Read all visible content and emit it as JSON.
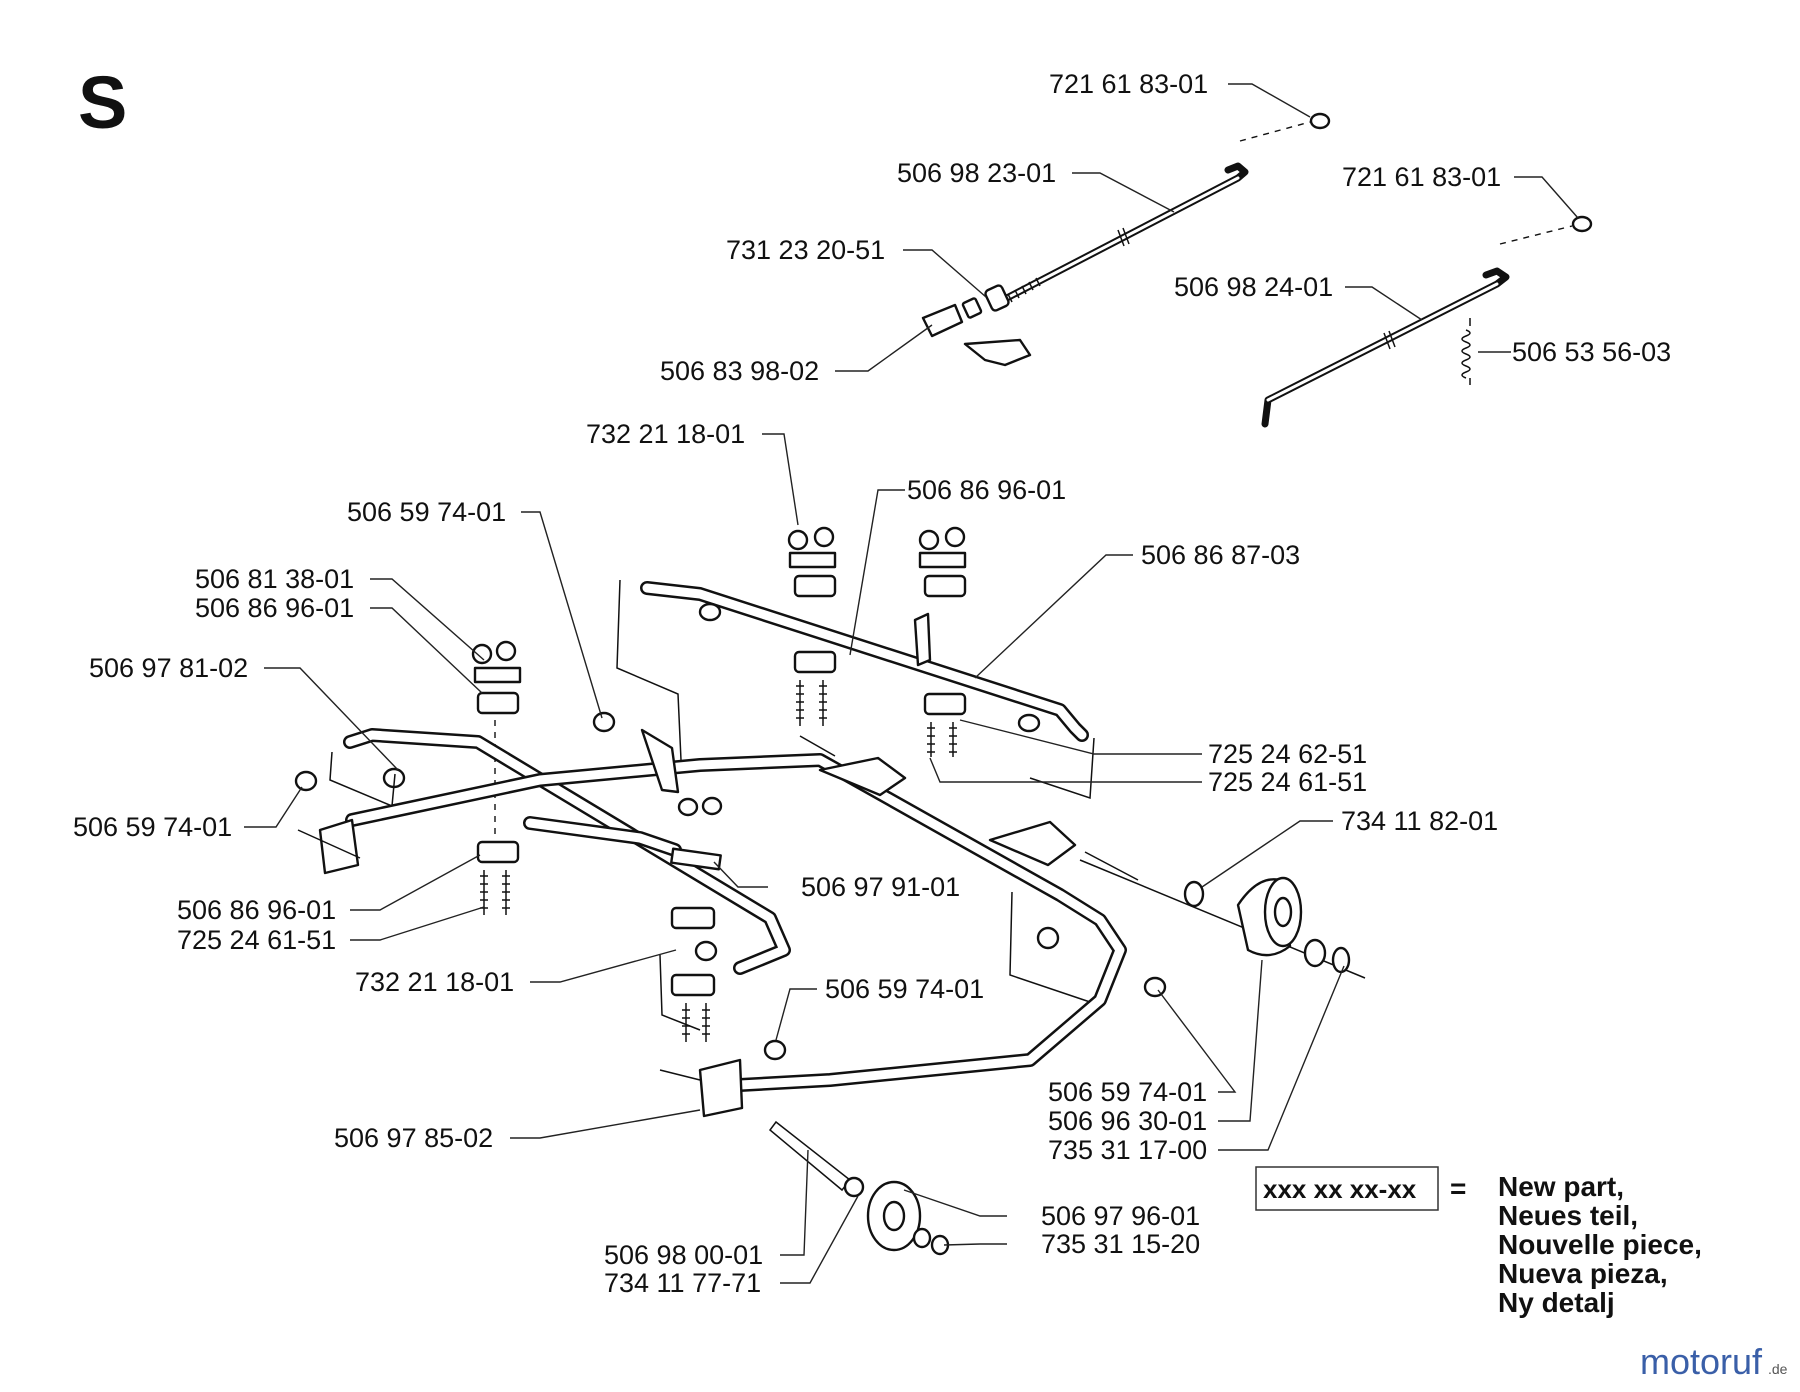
{
  "section_letter": "S",
  "labels": {
    "l01": "721 61 83-01",
    "l02": "506 98 23-01",
    "l03": "721 61 83-01",
    "l04": "731 23 20-51",
    "l05": "506 98 24-01",
    "l06": "506 53 56-03",
    "l07": "506 83 98-02",
    "l08": "732 21 18-01",
    "l09": "506 86 96-01",
    "l10": "506 59 74-01",
    "l11": "506 86 87-03",
    "l12": "506 81 38-01",
    "l13": "506 86 96-01",
    "l14": "506 97 81-02",
    "l15": "725 24 62-51",
    "l16": "725 24 61-51",
    "l17": "506 59 74-01",
    "l18": "734 11 82-01",
    "l19": "506 97 91-01",
    "l20": "506 86 96-01",
    "l21": "725 24 61-51",
    "l22": "732 21 18-01",
    "l23": "506 59 74-01",
    "l24": "506 59 74-01",
    "l25": "506 96 30-01",
    "l26": "735 31 17-00",
    "l27": "506 97 85-02",
    "l28": "506 97 96-01",
    "l29": "735 31 15-20",
    "l30": "506 98 00-01",
    "l31": "734 11 77-71"
  },
  "legend": {
    "code": "xxx xx xx-xx",
    "equals": "=",
    "lines": [
      "New part,",
      "Neues teil,",
      "Nouvelle piece,",
      "Nueva pieza,",
      "Ny detalj"
    ]
  },
  "watermark": {
    "brand": "motoruf",
    "suffix": ".de",
    "colors": [
      "#3a5fa8",
      "#6b8e2f",
      "#c98a1a",
      "#b53a3a"
    ]
  }
}
